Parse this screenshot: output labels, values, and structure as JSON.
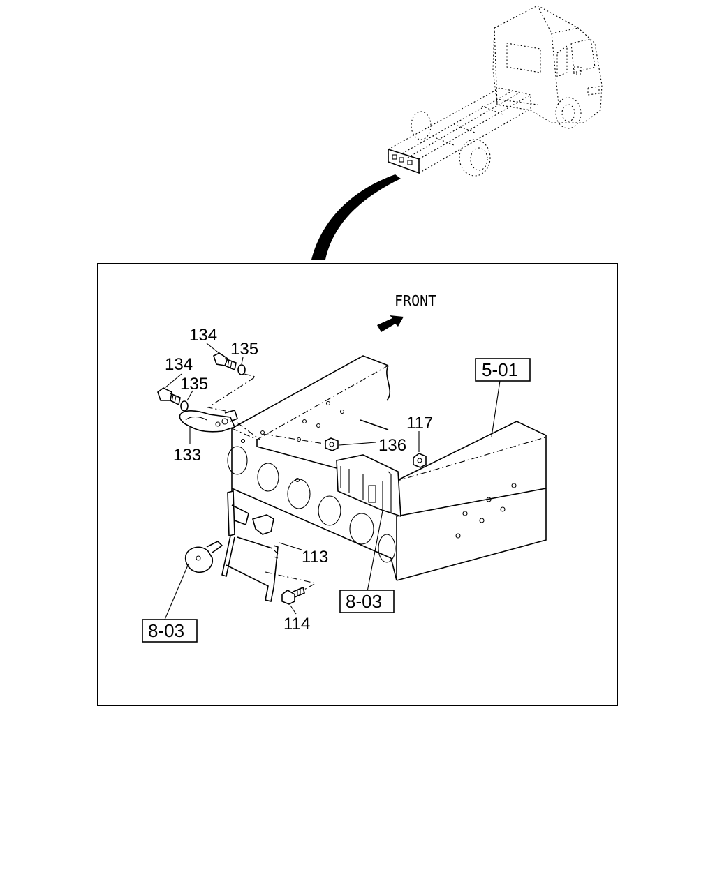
{
  "diagram": {
    "direction_label": "FRONT",
    "part_numbers": {
      "bolt_upper": "134",
      "washer_upper": "135",
      "bolt_lower": "134",
      "washer_lower": "135",
      "tow_hook": "133",
      "nut_center": "136",
      "nut_right": "117",
      "bracket": "113",
      "bolt_bottom": "114"
    },
    "section_refs": {
      "frame": "5-01",
      "lamp_right": "8-03",
      "lamp_left": "8-03"
    }
  }
}
